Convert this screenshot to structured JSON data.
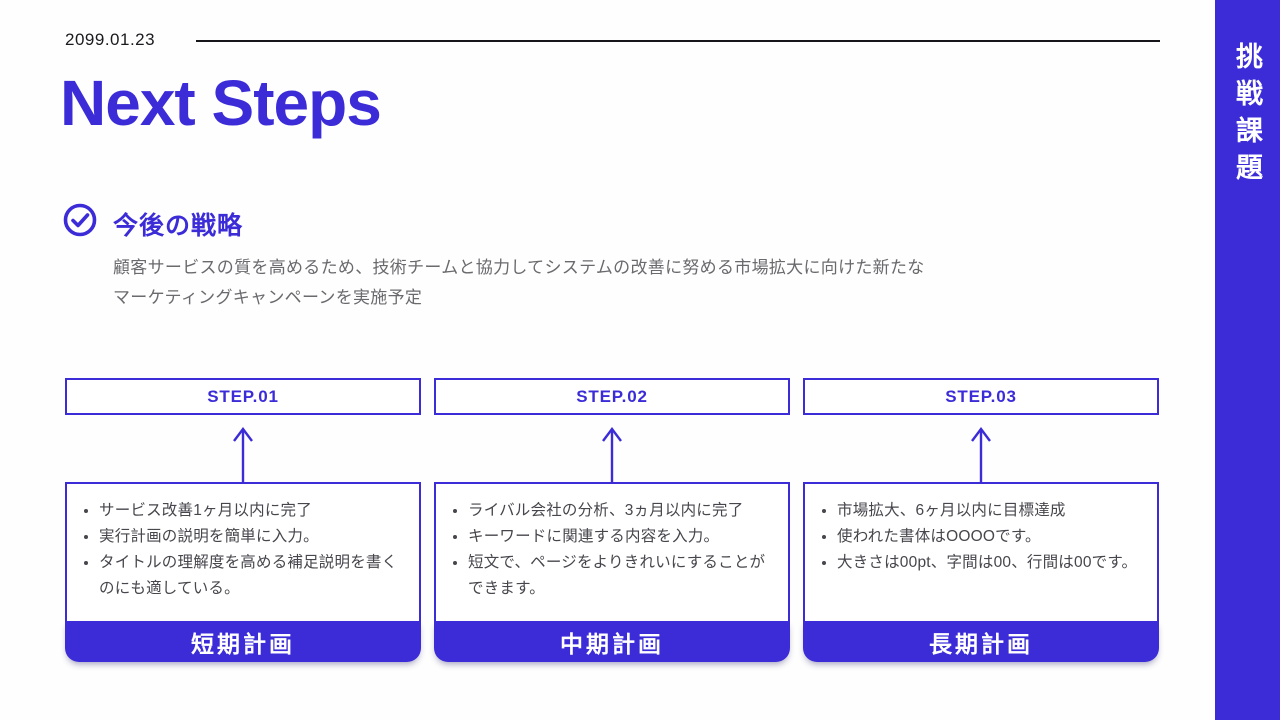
{
  "accent_color": "#3b2cd8",
  "text_dark": "#1b1b1f",
  "text_gray": "#6a6a6e",
  "header": {
    "date": "2099.01.23"
  },
  "title": "Next Steps",
  "strategy": {
    "heading": "今後の戦略",
    "body_line1": "顧客サービスの質を高めるため、技術チームと協力してシステムの改善に努める市場拡大に向けた新たな",
    "body_line2": "マーケティングキャンペーンを実施予定"
  },
  "side_tab": {
    "label": "挑戦課題"
  },
  "steps": [
    {
      "header": "STEP.01",
      "footer": "短期計画",
      "bullets": [
        "サービス改善1ヶ月以内に完了",
        "実行計画の説明を簡単に入力。",
        "タイトルの理解度を高める補足説明を書くのにも適している。"
      ]
    },
    {
      "header": "STEP.02",
      "footer": "中期計画",
      "bullets": [
        "ライバル会社の分析、3ヵ月以内に完了",
        "キーワードに関連する内容を入力。",
        "短文で、ページをよりきれいにすることができます。"
      ]
    },
    {
      "header": "STEP.03",
      "footer": "長期計画",
      "bullets": [
        "市場拡大、6ヶ月以内に目標達成",
        "使われた書体はOOOOです。",
        "大きさは00pt、字間は00、行間は00です。"
      ]
    }
  ]
}
